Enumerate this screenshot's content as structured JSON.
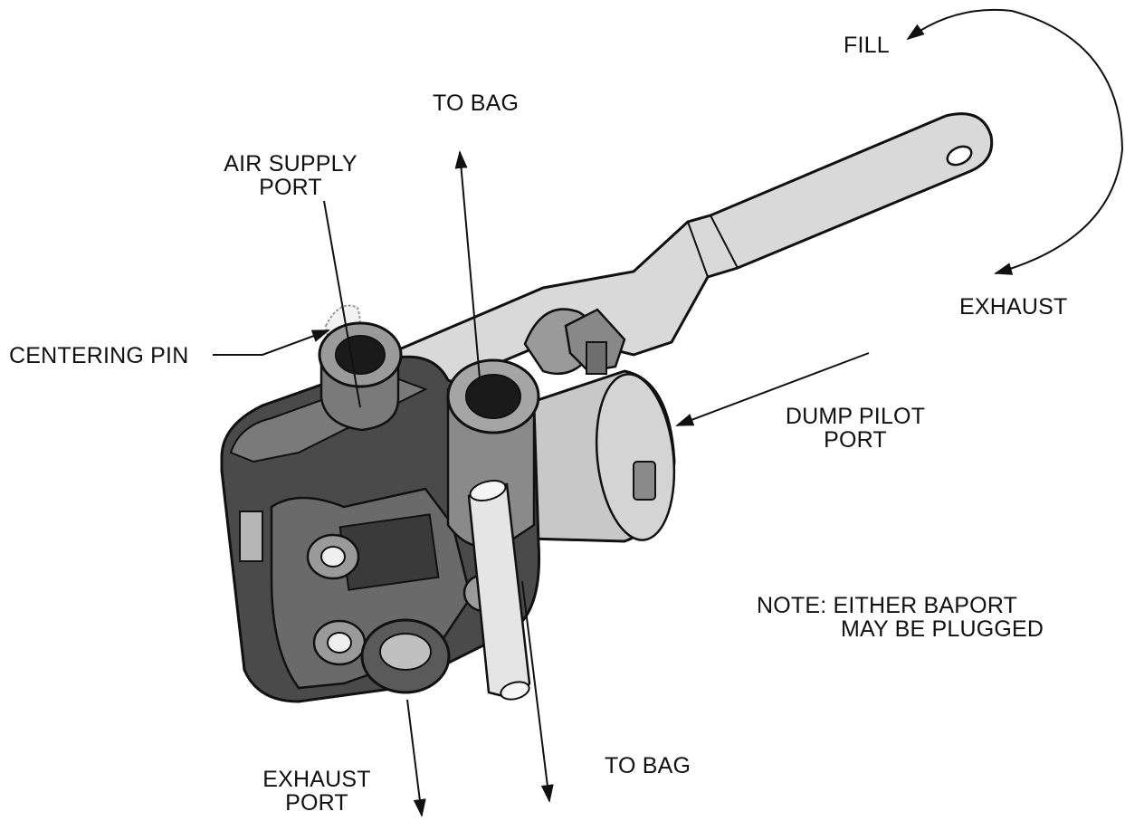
{
  "labels": {
    "fill": "FILL",
    "to_bag_top": "TO BAG",
    "air_supply_port": [
      "AIR SUPPLY",
      "PORT"
    ],
    "exhaust_arrow": "EXHAUST",
    "centering_pin": "CENTERING PIN",
    "dump_pilot_port": [
      "DUMP PILOT",
      "PORT"
    ],
    "note": [
      "NOTE: EITHER BAPORT",
      "MAY BE PLUGGED"
    ],
    "to_bag_bottom": "TO BAG",
    "exhaust_port": [
      "EXHAUST",
      "PORT"
    ]
  },
  "colors": {
    "ink": "#111111",
    "body_dark": "#4a4a4a",
    "body_mid": "#7a7a7a",
    "body_light": "#b5b5b5",
    "arm_fill": "#d9d9d9",
    "pilot_fill": "#c8c8c8"
  }
}
